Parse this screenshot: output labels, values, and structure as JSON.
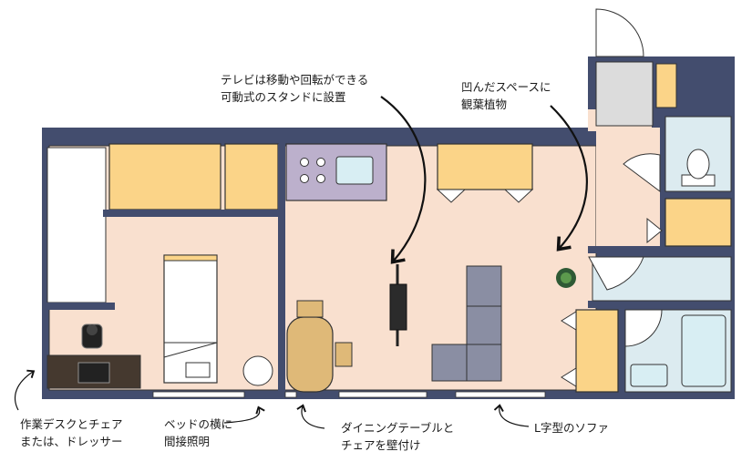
{
  "annotations": {
    "tv": {
      "line1": "テレビは移動や回転ができる",
      "line2": "可動式のスタンドに設置"
    },
    "plant": {
      "line1": "凹んだスペースに",
      "line2": "観葉植物"
    },
    "desk": {
      "line1": "作業デスクとチェア",
      "line2": "または、ドレッサー"
    },
    "lighting": {
      "line1": "ベッドの横に",
      "line2": "間接照明"
    },
    "dining": {
      "line1": "ダイニングテーブルと",
      "line2": "チェアを壁付け"
    },
    "sofa": {
      "line1": "L字型のソファ"
    }
  },
  "colors": {
    "wall": "#434d6e",
    "floor": "#f9e0cf",
    "storage": "#fbd488",
    "bath": "#dcebf0",
    "kitchen": "#bcb0cc",
    "sofa": "#8a8ea3",
    "desk": "#45392f",
    "table": "#dfb978"
  }
}
